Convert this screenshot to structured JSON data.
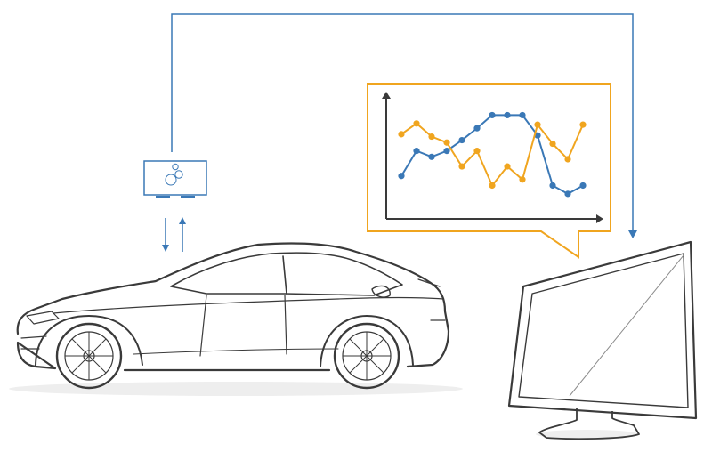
{
  "colors": {
    "blue": "#3a78b6",
    "orange": "#f0a51f",
    "dark": "#3a3a3a",
    "gray": "#8c8c8c",
    "light": "#e6e6e6"
  },
  "icons": {
    "device": "device-icon",
    "exchange": "bidirectional-arrows-icon",
    "car": "car-icon",
    "monitor": "monitor-icon"
  },
  "chart_data": {
    "type": "line",
    "title": "",
    "xlabel": "",
    "ylabel": "",
    "x": [
      1,
      2,
      3,
      4,
      5,
      6,
      7,
      8,
      9,
      10,
      11,
      12,
      13
    ],
    "xlim": [
      0,
      14
    ],
    "ylim": [
      0,
      10
    ],
    "grid": false,
    "series": [
      {
        "color": "#3a78b6",
        "values": [
          3.6,
          5.7,
          5.2,
          5.7,
          6.6,
          7.6,
          8.7,
          8.7,
          8.7,
          7.0,
          2.8,
          2.1,
          2.8
        ]
      },
      {
        "color": "#f0a51f",
        "values": [
          7.1,
          8.0,
          6.9,
          6.4,
          4.4,
          5.7,
          2.8,
          4.4,
          3.3,
          7.9,
          6.3,
          5.0,
          7.9
        ]
      }
    ]
  }
}
